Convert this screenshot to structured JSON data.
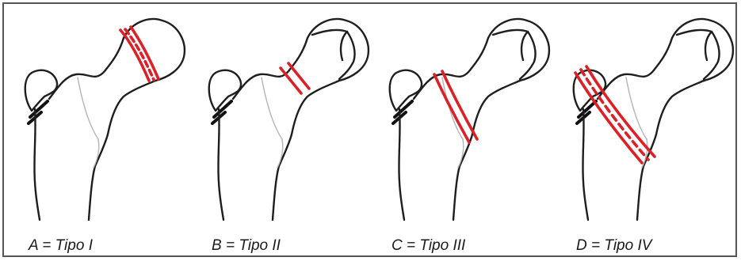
{
  "captions": {
    "a": "A = Tipo I",
    "b": "B = Tipo II",
    "c": "C = Tipo III",
    "d": "D = Tipo IV"
  },
  "colors": {
    "fracture": "#dd1f26",
    "bone_outline": "#1e1e1e",
    "frame": "#555555"
  }
}
